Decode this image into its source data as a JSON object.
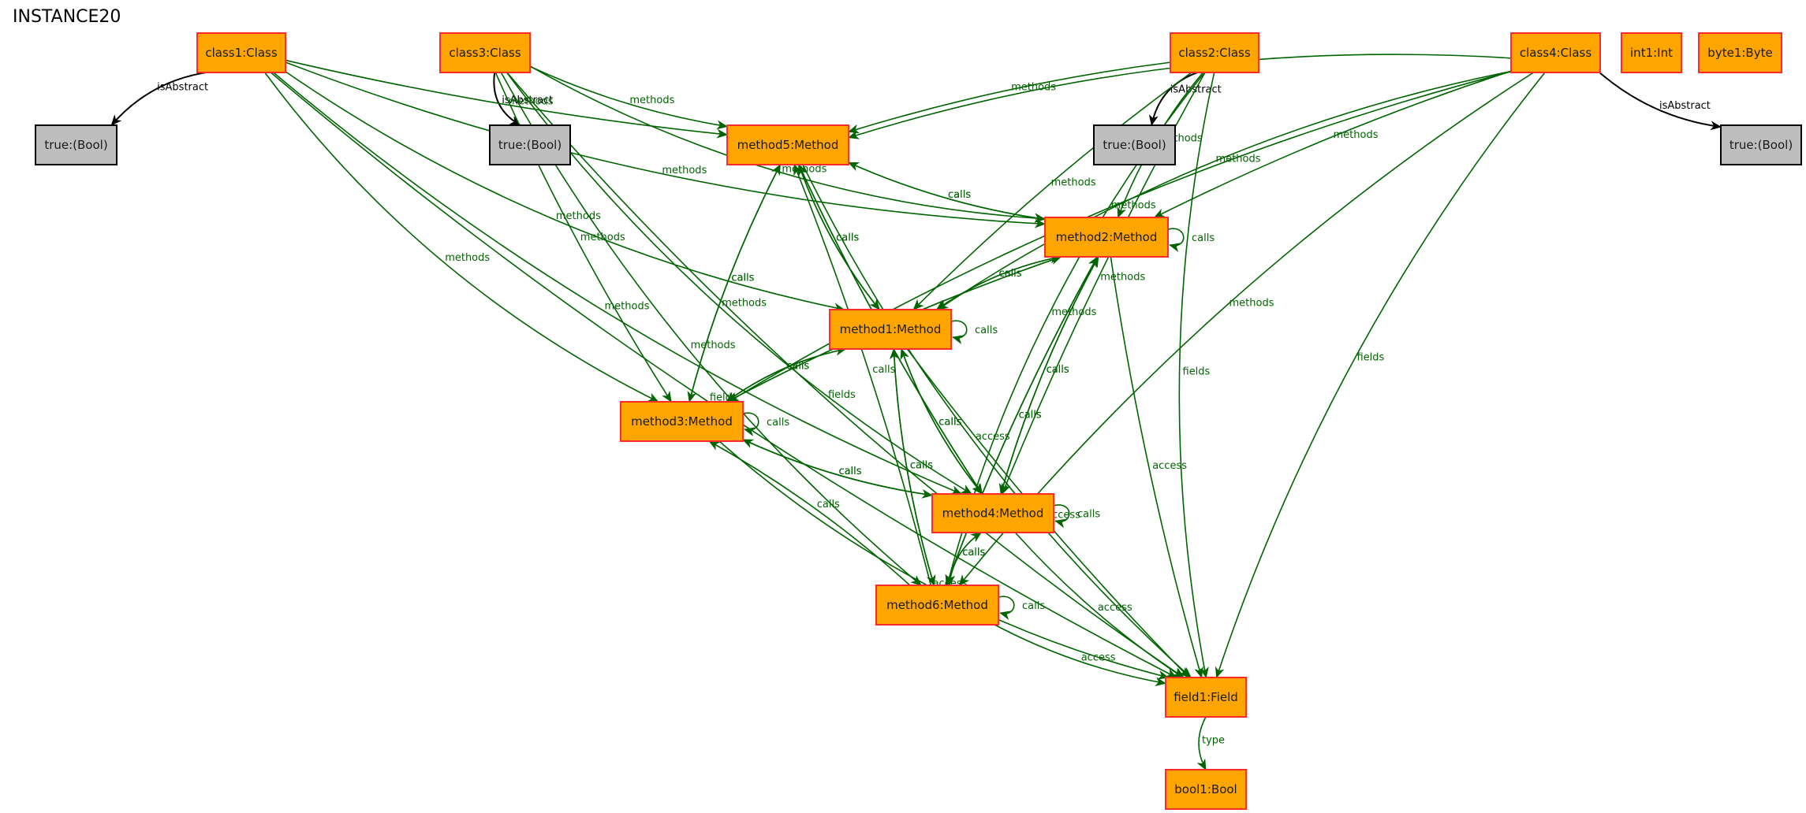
{
  "title": "INSTANCE20",
  "colors": {
    "node_fill": "#ffa500",
    "node_stroke": "#ff2a2a",
    "literal_fill": "#bebebe",
    "literal_stroke": "#000000",
    "edge_green": "#006400",
    "edge_black": "#000000"
  },
  "nodes": [
    {
      "id": "class1",
      "label": "class1:Class",
      "kind": "object"
    },
    {
      "id": "class3",
      "label": "class3:Class",
      "kind": "object"
    },
    {
      "id": "class2",
      "label": "class2:Class",
      "kind": "object"
    },
    {
      "id": "class4",
      "label": "class4:Class",
      "kind": "object"
    },
    {
      "id": "int1",
      "label": "int1:Int",
      "kind": "object"
    },
    {
      "id": "byte1",
      "label": "byte1:Byte",
      "kind": "object"
    },
    {
      "id": "true1",
      "label": "true:(Bool)",
      "kind": "literal"
    },
    {
      "id": "true3",
      "label": "true:(Bool)",
      "kind": "literal"
    },
    {
      "id": "true2",
      "label": "true:(Bool)",
      "kind": "literal"
    },
    {
      "id": "true4",
      "label": "true:(Bool)",
      "kind": "literal"
    },
    {
      "id": "method5",
      "label": "method5:Method",
      "kind": "object"
    },
    {
      "id": "method2",
      "label": "method2:Method",
      "kind": "object"
    },
    {
      "id": "method1",
      "label": "method1:Method",
      "kind": "object"
    },
    {
      "id": "method3",
      "label": "method3:Method",
      "kind": "object"
    },
    {
      "id": "method4",
      "label": "method4:Method",
      "kind": "object"
    },
    {
      "id": "method6",
      "label": "method6:Method",
      "kind": "object"
    },
    {
      "id": "field1",
      "label": "field1:Field",
      "kind": "object"
    },
    {
      "id": "bool1",
      "label": "bool1:Bool",
      "kind": "object"
    }
  ],
  "edges": [
    {
      "from": "class1",
      "to": "true1",
      "label": "isAbstract",
      "style": "black"
    },
    {
      "from": "class3",
      "to": "true3",
      "label": "isAbstract",
      "style": "black"
    },
    {
      "from": "class2",
      "to": "true2",
      "label": "isAbstract",
      "style": "black"
    },
    {
      "from": "class4",
      "to": "true4",
      "label": "isAbstract",
      "style": "black"
    },
    {
      "from": "class1",
      "to": "method5",
      "label": "methods"
    },
    {
      "from": "class1",
      "to": "method2",
      "label": "methods"
    },
    {
      "from": "class1",
      "to": "method1",
      "label": "methods"
    },
    {
      "from": "class1",
      "to": "method3",
      "label": "methods"
    },
    {
      "from": "class1",
      "to": "method4",
      "label": "methods"
    },
    {
      "from": "class1",
      "to": "field1",
      "label": "fields"
    },
    {
      "from": "class3",
      "to": "method5",
      "label": "methods"
    },
    {
      "from": "class3",
      "to": "method2",
      "label": "methods"
    },
    {
      "from": "class3",
      "to": "method3",
      "label": "methods"
    },
    {
      "from": "class3",
      "to": "method4",
      "label": "methods"
    },
    {
      "from": "class3",
      "to": "method6",
      "label": "methods"
    },
    {
      "from": "class3",
      "to": "field1",
      "label": "fields"
    },
    {
      "from": "class2",
      "to": "method5",
      "label": "methods"
    },
    {
      "from": "class2",
      "to": "method2",
      "label": "methods"
    },
    {
      "from": "class2",
      "to": "method1",
      "label": "methods"
    },
    {
      "from": "class2",
      "to": "method4",
      "label": "methods"
    },
    {
      "from": "class2",
      "to": "method6",
      "label": "methods"
    },
    {
      "from": "class2",
      "to": "field1",
      "label": "fields"
    },
    {
      "from": "class4",
      "to": "method5",
      "label": "methods"
    },
    {
      "from": "class4",
      "to": "method2",
      "label": "methods"
    },
    {
      "from": "class4",
      "to": "method1",
      "label": "methods"
    },
    {
      "from": "class4",
      "to": "method3",
      "label": "methods"
    },
    {
      "from": "class4",
      "to": "method6",
      "label": "methods"
    },
    {
      "from": "class4",
      "to": "field1",
      "label": "fields"
    },
    {
      "from": "method5",
      "to": "method2",
      "label": "calls"
    },
    {
      "from": "method5",
      "to": "method1",
      "label": "calls"
    },
    {
      "from": "method5",
      "to": "method4",
      "label": "calls"
    },
    {
      "from": "method5",
      "to": "method3",
      "label": "calls"
    },
    {
      "from": "method5",
      "to": "field1",
      "label": "access"
    },
    {
      "from": "method2",
      "to": "method5",
      "label": "calls"
    },
    {
      "from": "method2",
      "to": "method2",
      "label": "calls"
    },
    {
      "from": "method2",
      "to": "method1",
      "label": "calls"
    },
    {
      "from": "method2",
      "to": "method3",
      "label": "calls"
    },
    {
      "from": "method2",
      "to": "method4",
      "label": "calls"
    },
    {
      "from": "method2",
      "to": "method6",
      "label": "calls"
    },
    {
      "from": "method2",
      "to": "field1",
      "label": "access"
    },
    {
      "from": "method1",
      "to": "method5",
      "label": "calls"
    },
    {
      "from": "method1",
      "to": "method1",
      "label": "calls"
    },
    {
      "from": "method1",
      "to": "method2",
      "label": "calls"
    },
    {
      "from": "method1",
      "to": "method3",
      "label": "calls"
    },
    {
      "from": "method1",
      "to": "method4",
      "label": "calls"
    },
    {
      "from": "method1",
      "to": "method6",
      "label": "calls"
    },
    {
      "from": "method1",
      "to": "field1",
      "label": "access"
    },
    {
      "from": "method3",
      "to": "method5",
      "label": "calls"
    },
    {
      "from": "method3",
      "to": "method3",
      "label": "calls"
    },
    {
      "from": "method3",
      "to": "method1",
      "label": "calls"
    },
    {
      "from": "method3",
      "to": "method2",
      "label": "calls"
    },
    {
      "from": "method3",
      "to": "method4",
      "label": "calls"
    },
    {
      "from": "method3",
      "to": "field1",
      "label": "access"
    },
    {
      "from": "method4",
      "to": "method4",
      "label": "calls"
    },
    {
      "from": "method4",
      "to": "method3",
      "label": "calls"
    },
    {
      "from": "method4",
      "to": "method1",
      "label": "calls"
    },
    {
      "from": "method4",
      "to": "method2",
      "label": "calls"
    },
    {
      "from": "method4",
      "to": "method5",
      "label": "calls"
    },
    {
      "from": "method4",
      "to": "method6",
      "label": "calls"
    },
    {
      "from": "method4",
      "to": "field1",
      "label": "access"
    },
    {
      "from": "method6",
      "to": "method6",
      "label": "calls"
    },
    {
      "from": "method6",
      "to": "method4",
      "label": "calls"
    },
    {
      "from": "method6",
      "to": "method1",
      "label": "calls"
    },
    {
      "from": "method6",
      "to": "method3",
      "label": "calls"
    },
    {
      "from": "method6",
      "to": "method5",
      "label": "calls"
    },
    {
      "from": "method6",
      "to": "method2",
      "label": "calls"
    },
    {
      "from": "method6",
      "to": "field1",
      "label": "access"
    },
    {
      "from": "field1",
      "to": "bool1",
      "label": "type"
    }
  ]
}
